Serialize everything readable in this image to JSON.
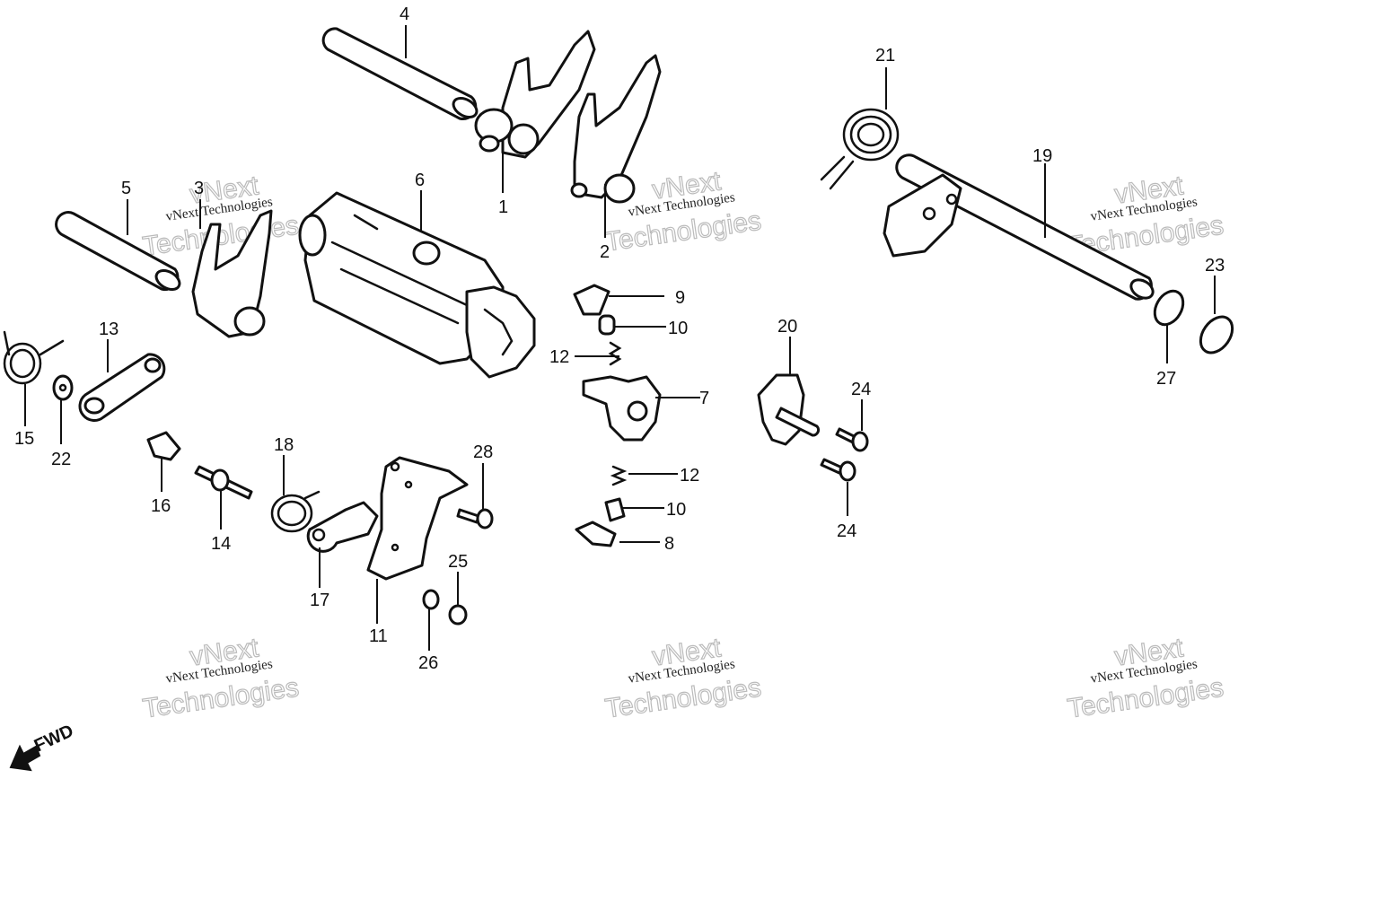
{
  "callouts": {
    "c1": "1",
    "c2": "2",
    "c3": "3",
    "c4": "4",
    "c5": "5",
    "c6": "6",
    "c7": "7",
    "c8": "8",
    "c9": "9",
    "c10a": "10",
    "c10b": "10",
    "c11": "11",
    "c12a": "12",
    "c12b": "12",
    "c13": "13",
    "c14": "14",
    "c15": "15",
    "c16": "16",
    "c17": "17",
    "c18": "18",
    "c19": "19",
    "c20": "20",
    "c21": "21",
    "c22": "22",
    "c23": "23",
    "c24a": "24",
    "c24b": "24",
    "c25": "25",
    "c26": "26",
    "c27": "27",
    "c28": "28"
  },
  "watermark": {
    "line1": "vNext Technologies",
    "line2": "vNext",
    "line3": "Technologies"
  },
  "fwd_label": "FWD"
}
